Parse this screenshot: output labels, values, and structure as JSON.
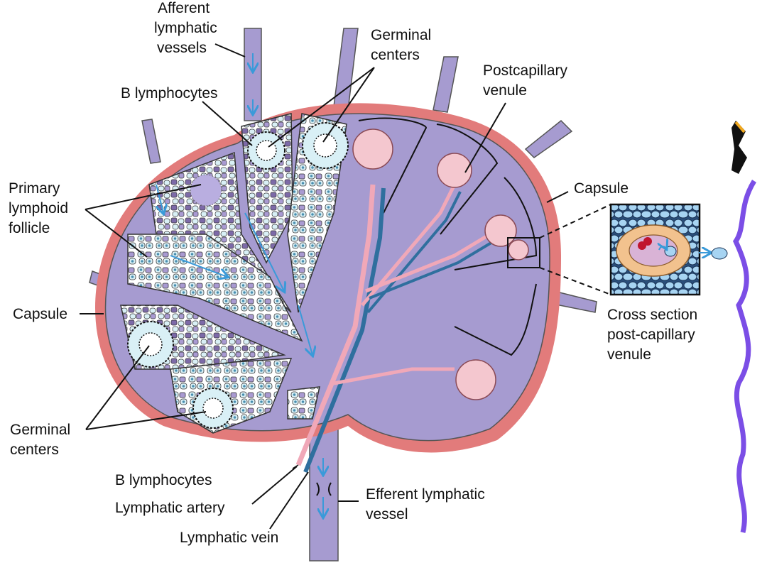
{
  "colors": {
    "node_fill": "#a69bd0",
    "capsule": "#e27b7b",
    "artery": "#f0a8b8",
    "vein": "#2f6f9e",
    "flow_arrow": "#3a9ad9",
    "b_cell": "#d9f0f6",
    "cell_dark": "#7d6aa8",
    "rbc": "#c0152e",
    "side_wave": "#7b4ee6",
    "side_accent": "#f0a820"
  },
  "labels": {
    "afferent": [
      "Afferent",
      "lymphatic",
      "vessels"
    ],
    "germinal_top": [
      "Germinal",
      "centers"
    ],
    "postcapillary": [
      "Postcapillary",
      "venule"
    ],
    "b_lymphocytes_top": "B lymphocytes",
    "primary_follicle": [
      "Primary",
      "lymphoid",
      "follicle"
    ],
    "capsule_right": "Capsule",
    "capsule_left": "Capsule",
    "cross_section": [
      "Cross section",
      "post-capillary",
      "venule"
    ],
    "germinal_bottom": [
      "Germinal",
      "centers"
    ],
    "b_lymphocytes_bottom": "B lymphocytes",
    "lymphatic_artery": "Lymphatic artery",
    "lymphatic_vein": "Lymphatic vein",
    "efferent": [
      "Efferent lymphatic",
      "vessel"
    ]
  }
}
